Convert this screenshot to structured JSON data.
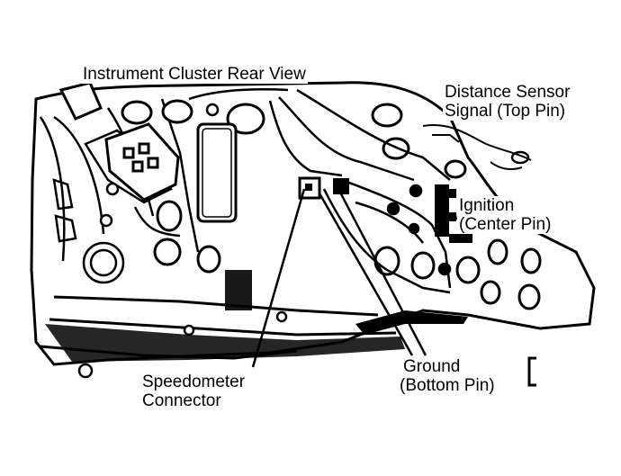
{
  "diagram": {
    "title": "Instrument Cluster Rear View",
    "callouts": {
      "distance_sensor": {
        "line1": "Distance Sensor",
        "line2": "Signal (Top Pin)"
      },
      "ignition": {
        "line1": "Ignition",
        "line2": "(Center Pin)"
      },
      "ground": {
        "line1": "Ground",
        "line2": "(Bottom Pin)"
      },
      "speedometer": {
        "line1": "Speedometer",
        "line2": "Connector"
      }
    }
  },
  "colors": {
    "ink": "#000000",
    "paper": "#ffffff"
  }
}
